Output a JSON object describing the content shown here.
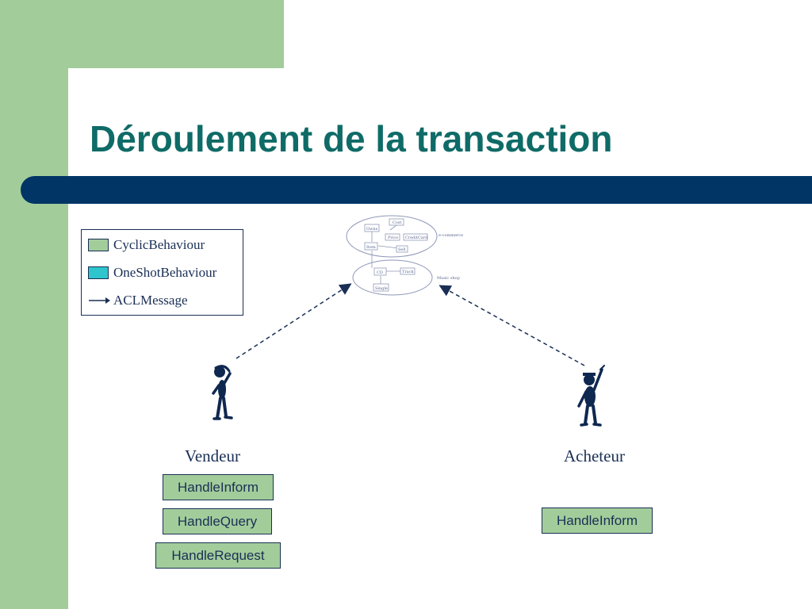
{
  "title": "Déroulement de la transaction",
  "colors": {
    "background_green": "#a2cd9b",
    "title_bar": "#003566",
    "title_text": "#0f6b67",
    "cyclic": "#a2cd9b",
    "oneshot": "#2ec5cc",
    "ink": "#1a2f55"
  },
  "legend": {
    "cyclic": "CyclicBehaviour",
    "oneshot": "OneShotBehaviour",
    "message": "ACLMessage"
  },
  "ontology": {
    "ecommerce_label": "e-commerce",
    "music_label": "Music shop",
    "nodes": [
      "Owns",
      "Cost",
      "Price",
      "CreditCard",
      "Item",
      "Sell",
      "CD",
      "Track",
      "Single"
    ]
  },
  "vendeur": {
    "name": "Vendeur",
    "behaviours": [
      "HandleInform",
      "HandleQuery",
      "HandleRequest"
    ]
  },
  "acheteur": {
    "name": "Acheteur",
    "behaviours": [
      "HandleInform"
    ]
  }
}
